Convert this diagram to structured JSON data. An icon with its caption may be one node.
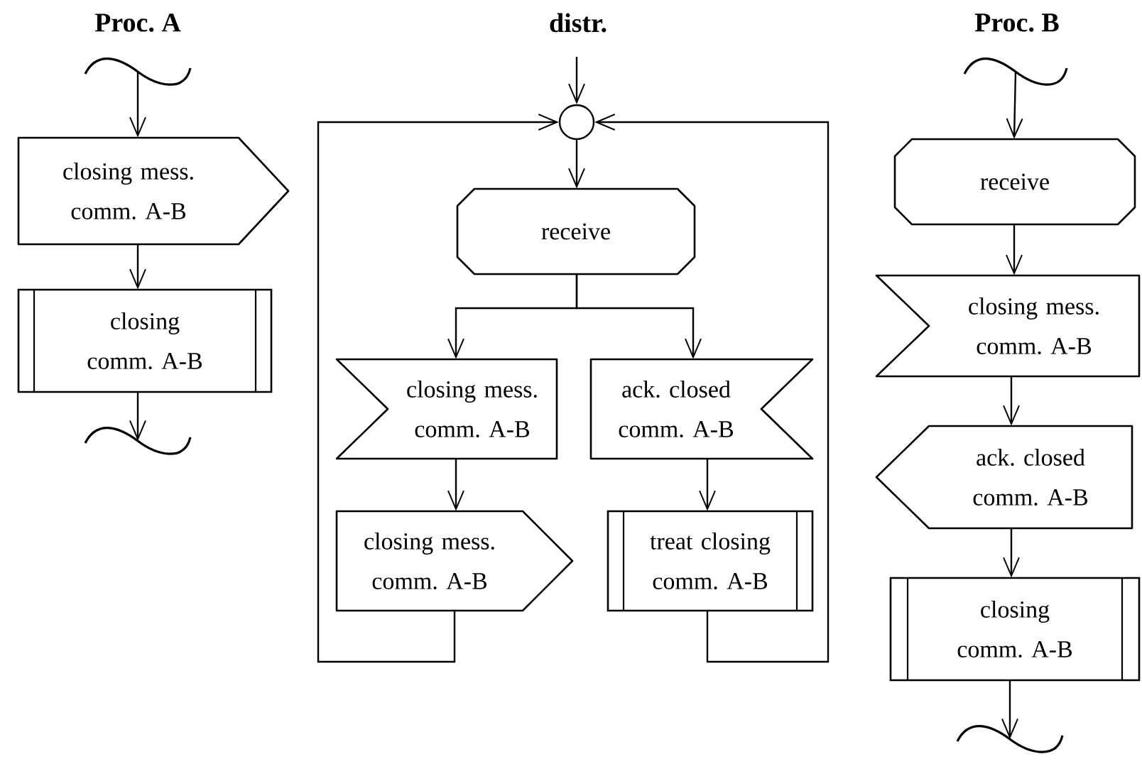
{
  "diagram": {
    "nodes": [
      {
        "text": [],
        "shape": "wave",
        "beside": [
          "Proc. A"
        ]
      },
      {
        "text": [
          "closing mess. comm. A-B"
        ]
      },
      {
        "text": [
          "closing comm. A-B"
        ]
      },
      {
        "text": [],
        "shape": "wave"
      },
      {
        "text": [],
        "shape": "circle",
        "beside": [
          "distr."
        ]
      },
      {
        "text": [
          "receive"
        ]
      },
      {
        "text": [
          "closing mess. comm. A-B"
        ]
      },
      {
        "text": [
          "ack. closed comm. A-B"
        ]
      },
      {
        "text": [
          "closing mess. comm. A-B"
        ]
      },
      {
        "text": [
          "treat closing comm. A-B"
        ]
      },
      {
        "text": [],
        "shape": "wave",
        "beside": [
          "Proc. B"
        ]
      },
      {
        "text": [
          "receive"
        ]
      },
      {
        "text": [
          "closing mess. comm. A-B"
        ]
      },
      {
        "text": [
          "ack. closed comm. A-B"
        ]
      },
      {
        "text": [
          "closing comm. A-B"
        ]
      },
      {
        "text": [],
        "shape": "wave"
      }
    ],
    "edges": [
      {
        "from": 0,
        "to": 1,
        "arrow": "to"
      },
      {
        "from": 1,
        "to": 2,
        "arrow": "to"
      },
      {
        "from": 2,
        "to": 3,
        "arrow": "to"
      },
      {
        "from": null,
        "to": 4,
        "arrow": "to"
      },
      {
        "from": 4,
        "to": 5,
        "arrow": "to"
      },
      {
        "from": 5,
        "to": 6,
        "arrow": "to"
      },
      {
        "from": 5,
        "to": 7,
        "arrow": "to"
      },
      {
        "from": 6,
        "to": 8,
        "arrow": "to"
      },
      {
        "from": 7,
        "to": 9,
        "arrow": "to"
      },
      {
        "from": 8,
        "to": 4,
        "arrow": "to"
      },
      {
        "from": 9,
        "to": 4,
        "arrow": "to"
      },
      {
        "from": 10,
        "to": 11,
        "arrow": "to"
      },
      {
        "from": 11,
        "to": 12,
        "arrow": "to"
      },
      {
        "from": 12,
        "to": 13,
        "arrow": "to"
      },
      {
        "from": 13,
        "to": 14,
        "arrow": "to"
      },
      {
        "from": 14,
        "to": 15,
        "arrow": "to"
      }
    ]
  }
}
